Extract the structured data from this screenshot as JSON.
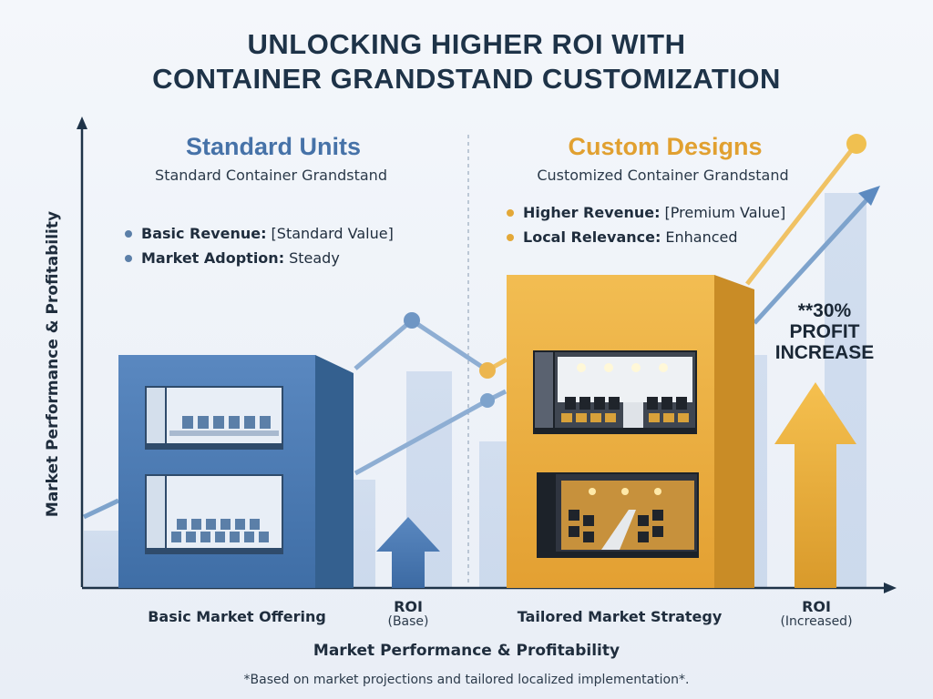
{
  "title": {
    "line1": "UNLOCKING HIGHER ROI WITH",
    "line2": "CONTAINER GRANDSTAND CUSTOMIZATION"
  },
  "standard": {
    "heading": "Standard Units",
    "subheading": "Standard Container Grandstand",
    "bullets": [
      {
        "label": "Basic Revenue:",
        "value": "[Standard Value]"
      },
      {
        "label": "Market Adoption:",
        "value": "Steady"
      }
    ],
    "bottom_label": "Basic Market Offering",
    "roi_title": "ROI",
    "roi_sub": "(Base)"
  },
  "custom": {
    "heading": "Custom Designs",
    "subheading": "Customized Container Grandstand",
    "bullets": [
      {
        "label": "Higher Revenue:",
        "value": "[Premium Value]"
      },
      {
        "label": "Local Relevance:",
        "value": "Enhanced"
      }
    ],
    "bottom_label": "Tailored Market Strategy",
    "roi_title": "ROI",
    "roi_sub": "(Increased)"
  },
  "callout": {
    "line1": "**30%",
    "line2": "PROFIT",
    "line3": "INCREASE"
  },
  "axis": {
    "y_label": "Market Performance & Profitability",
    "x_label": "Market Performance & Profitability"
  },
  "footnote": "*Based on market projections and tailored localized implementation*.",
  "colors": {
    "blue": "#4a78b0",
    "blue_dark": "#365f91",
    "gold": "#e8a93a",
    "gold_dark": "#c88a25",
    "navy": "#1e3348"
  },
  "icons": {
    "standard_container": "two-storey-container-grandstand-icon",
    "custom_container": "lit-container-grandstand-icon",
    "up_arrow_blue": "blue-up-arrow-icon",
    "up_arrow_gold": "gold-up-arrow-icon"
  }
}
